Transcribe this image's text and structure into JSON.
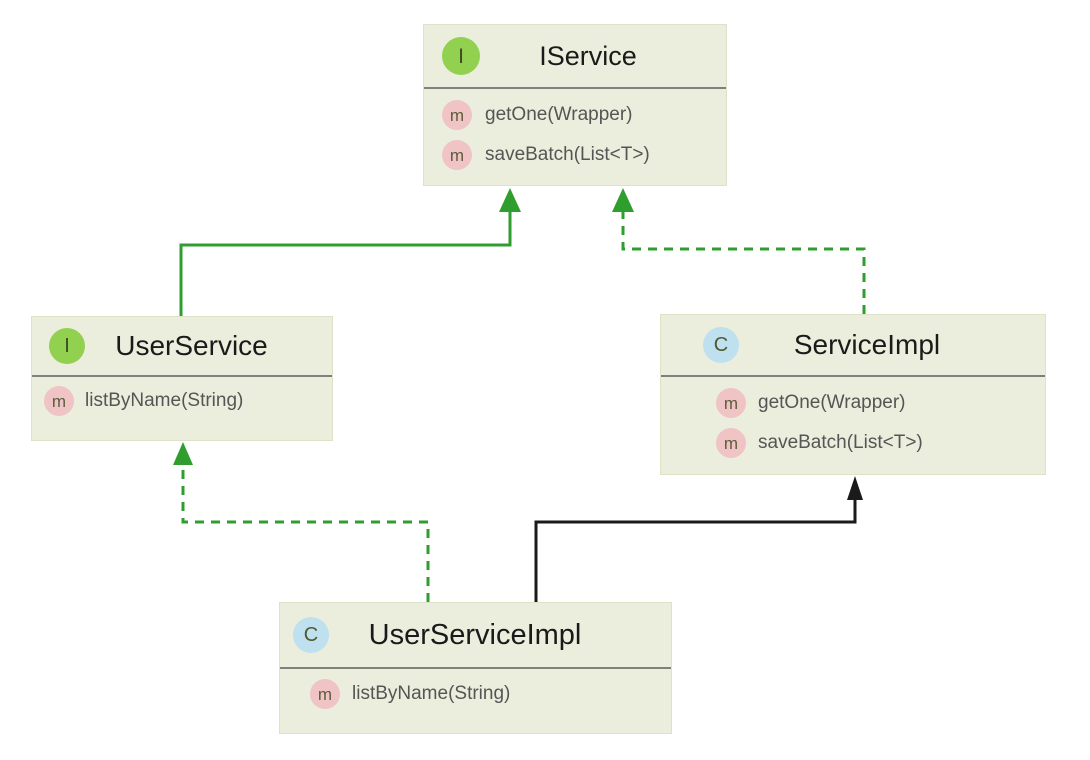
{
  "diagram": {
    "type": "uml-class-diagram",
    "background_color": "#ffffff",
    "node_fill_color": "#ebeedd",
    "node_border_color": "#dde3c7",
    "divider_color": "#7f7f7f",
    "interface_icon_color": "#92d050",
    "class_icon_color": "#bfe0ef",
    "method_icon_color": "#f0c4c4",
    "inherit_edge_color": "#2f9e2f",
    "extends_edge_color": "#1a1a1a"
  },
  "nodes": {
    "iservice": {
      "name": "IService",
      "stereotype": "interface",
      "icon": "interface-icon",
      "icon_glyph": "I",
      "members": [
        {
          "icon": "method-icon",
          "icon_glyph": "m",
          "label": "getOne(Wrapper)"
        },
        {
          "icon": "method-icon",
          "icon_glyph": "m",
          "label": "saveBatch(List<T>)"
        }
      ]
    },
    "userservice": {
      "name": "UserService",
      "stereotype": "interface",
      "icon": "interface-icon",
      "icon_glyph": "I",
      "members": [
        {
          "icon": "method-icon",
          "icon_glyph": "m",
          "label": "listByName(String)"
        }
      ]
    },
    "serviceimpl": {
      "name": "ServiceImpl",
      "stereotype": "class",
      "icon": "class-icon",
      "icon_glyph": "C",
      "members": [
        {
          "icon": "method-icon",
          "icon_glyph": "m",
          "label": "getOne(Wrapper)"
        },
        {
          "icon": "method-icon",
          "icon_glyph": "m",
          "label": "saveBatch(List<T>)"
        }
      ]
    },
    "userserviceimpl": {
      "name": "UserServiceImpl",
      "stereotype": "class",
      "icon": "class-icon",
      "icon_glyph": "C",
      "members": [
        {
          "icon": "method-icon",
          "icon_glyph": "m",
          "label": "listByName(String)"
        }
      ]
    }
  },
  "edges": [
    {
      "id": "userservice-to-iservice",
      "from": "UserService",
      "to": "IService",
      "relation": "extends",
      "style": "solid",
      "color": "#2f9e2f",
      "arrowhead": "filled-triangle"
    },
    {
      "id": "serviceimpl-to-iservice",
      "from": "ServiceImpl",
      "to": "IService",
      "relation": "implements",
      "style": "dashed",
      "color": "#2f9e2f",
      "arrowhead": "filled-triangle"
    },
    {
      "id": "userserviceimpl-to-userservice",
      "from": "UserServiceImpl",
      "to": "UserService",
      "relation": "implements",
      "style": "dashed",
      "color": "#2f9e2f",
      "arrowhead": "filled-triangle"
    },
    {
      "id": "userserviceimpl-to-serviceimpl",
      "from": "UserServiceImpl",
      "to": "ServiceImpl",
      "relation": "extends",
      "style": "solid",
      "color": "#1a1a1a",
      "arrowhead": "open-arrow"
    }
  ]
}
